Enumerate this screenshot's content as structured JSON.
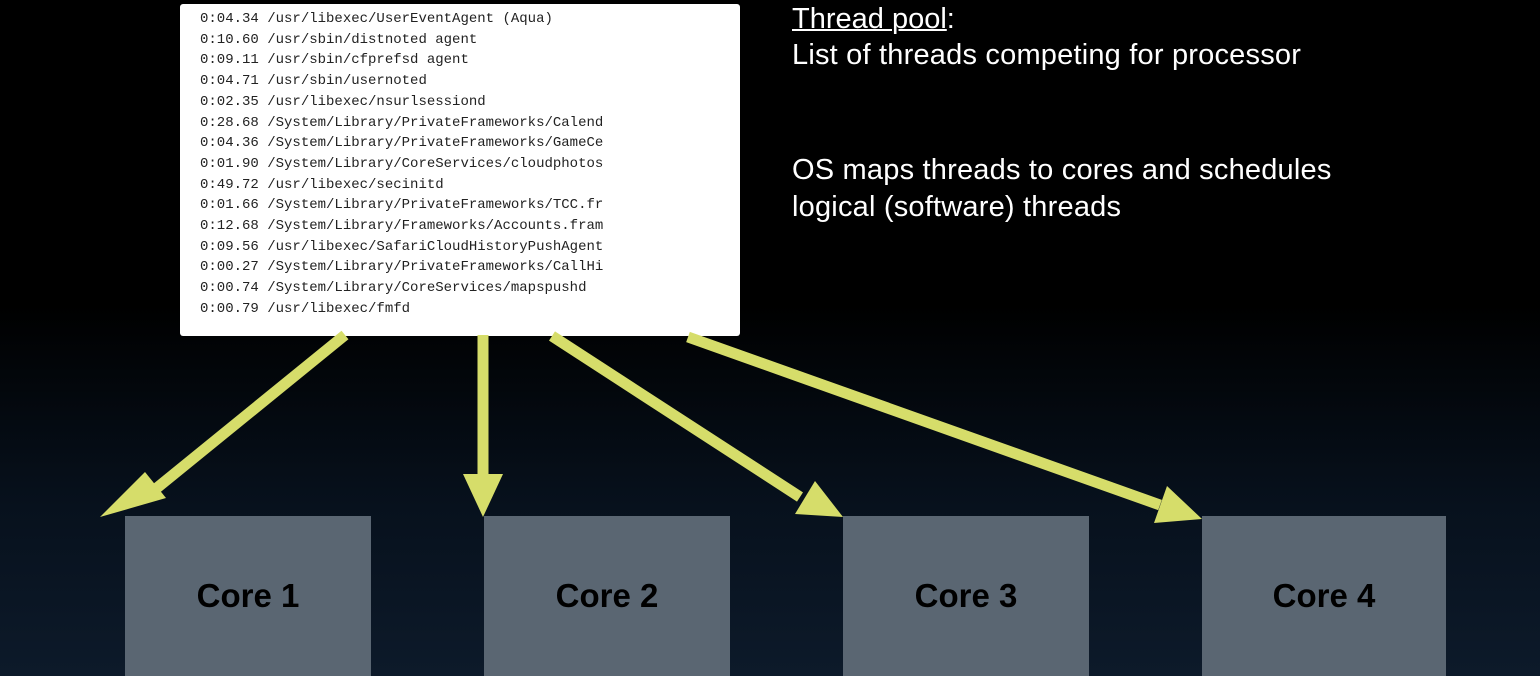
{
  "thread_pool": {
    "title": "Thread pool",
    "title_suffix": ":",
    "description": "List of threads competing for processor"
  },
  "os_note": {
    "line1": "OS maps threads to cores and schedules",
    "line2": "logical (software) threads"
  },
  "thread_list": [
    {
      "time": "0:04.34",
      "path": "/usr/libexec/UserEventAgent (Aqua)"
    },
    {
      "time": "0:10.60",
      "path": "/usr/sbin/distnoted agent"
    },
    {
      "time": "0:09.11",
      "path": "/usr/sbin/cfprefsd agent"
    },
    {
      "time": "0:04.71",
      "path": "/usr/sbin/usernoted"
    },
    {
      "time": "0:02.35",
      "path": "/usr/libexec/nsurlsessiond"
    },
    {
      "time": "0:28.68",
      "path": "/System/Library/PrivateFrameworks/Calend"
    },
    {
      "time": "0:04.36",
      "path": "/System/Library/PrivateFrameworks/GameCe"
    },
    {
      "time": "0:01.90",
      "path": "/System/Library/CoreServices/cloudphotos"
    },
    {
      "time": "0:49.72",
      "path": "/usr/libexec/secinitd"
    },
    {
      "time": "0:01.66",
      "path": "/System/Library/PrivateFrameworks/TCC.fr"
    },
    {
      "time": "0:12.68",
      "path": "/System/Library/Frameworks/Accounts.fram"
    },
    {
      "time": "0:09.56",
      "path": "/usr/libexec/SafariCloudHistoryPushAgent"
    },
    {
      "time": "0:00.27",
      "path": "/System/Library/PrivateFrameworks/CallHi"
    },
    {
      "time": "0:00.74",
      "path": "/System/Library/CoreServices/mapspushd"
    },
    {
      "time": "0:00.79",
      "path": "/usr/libexec/fmfd"
    }
  ],
  "cores": [
    {
      "label": "Core 1"
    },
    {
      "label": "Core 2"
    },
    {
      "label": "Core 3"
    },
    {
      "label": "Core 4"
    }
  ],
  "colors": {
    "arrow": "#d6dd6a",
    "core_fill": "#5a6672",
    "background": "#000000"
  }
}
